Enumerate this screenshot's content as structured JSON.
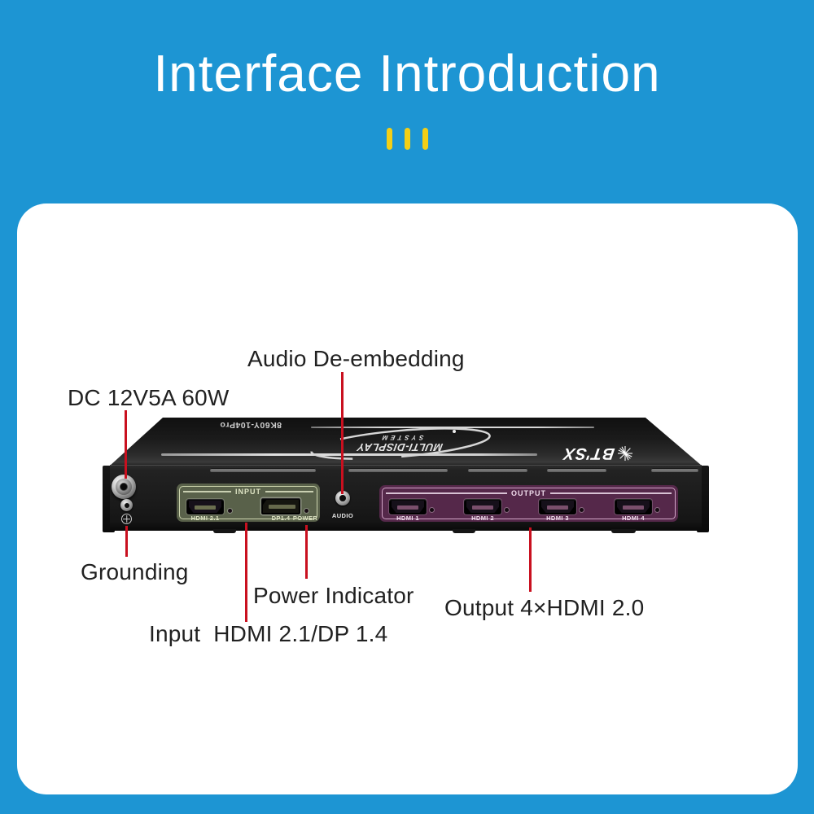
{
  "header": {
    "title": "Interface Introduction"
  },
  "device": {
    "model": "8K60Y-104Pro",
    "brand": "BT'SX",
    "logo_line1": "MULTI-DISPLAY",
    "logo_line2": "SYSTEM",
    "input_panel": {
      "label": "INPUT",
      "hdmi_port_label": "HDMI 2.1",
      "dp_port_label": "DP1.4",
      "power_label": "POWER"
    },
    "audio_port_label": "AUDIO",
    "output_panel": {
      "label": "OUTPUT",
      "ports": [
        {
          "label": "HDMI 1"
        },
        {
          "label": "HDMI 2"
        },
        {
          "label": "HDMI 3"
        },
        {
          "label": "HDMI 4"
        }
      ]
    }
  },
  "callouts": {
    "audio": {
      "label": "Audio De-embedding"
    },
    "dc_power": {
      "label": "DC 12V5A 60W"
    },
    "grounding": {
      "label": "Grounding"
    },
    "power_indicator": {
      "label": "Power Indicator"
    },
    "input": {
      "label": "Input  HDMI 2.1/DP 1.4"
    },
    "output": {
      "label": "Output 4×HDMI 2.0"
    }
  },
  "colors": {
    "blue": "#1d95d3",
    "yellow": "#f3cf16",
    "red": "#c9101f",
    "green_bg": "#59614a",
    "green_line": "#cdd5ae",
    "purple_bg": "#55284a",
    "purple_line": "#d2a5c8",
    "label": "#212121"
  }
}
